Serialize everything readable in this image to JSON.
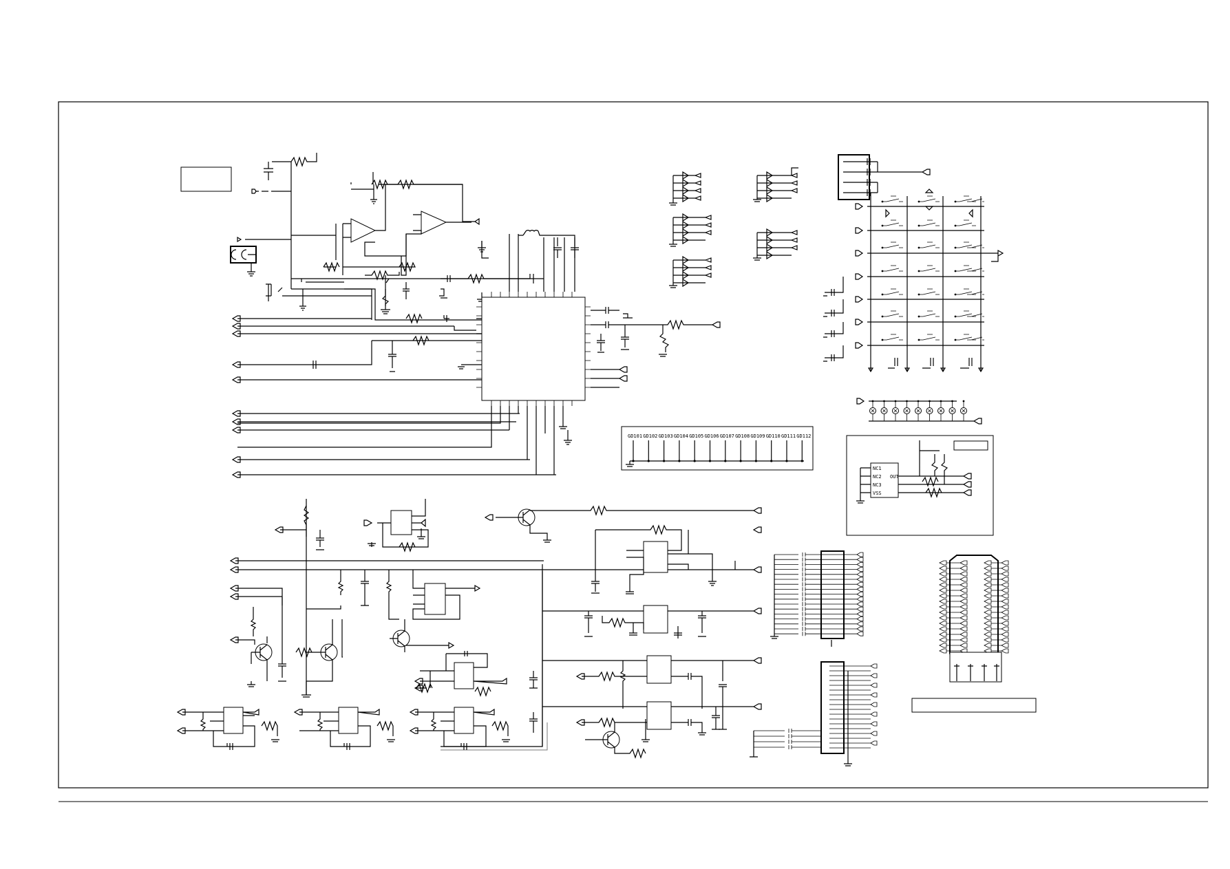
{
  "sheet": {
    "background": "#ffffff",
    "line_color": "#000000"
  },
  "display_connector": {
    "pins": [
      "GD101",
      "GD102",
      "GD103",
      "GD104",
      "GD105",
      "GD106",
      "GD107",
      "GD108",
      "GD109",
      "GD110",
      "GD111",
      "GD112"
    ]
  },
  "sensor_ic": {
    "pins": [
      "NC1",
      "NC2",
      "NC3",
      "VSS"
    ],
    "output_label": "OUT"
  }
}
